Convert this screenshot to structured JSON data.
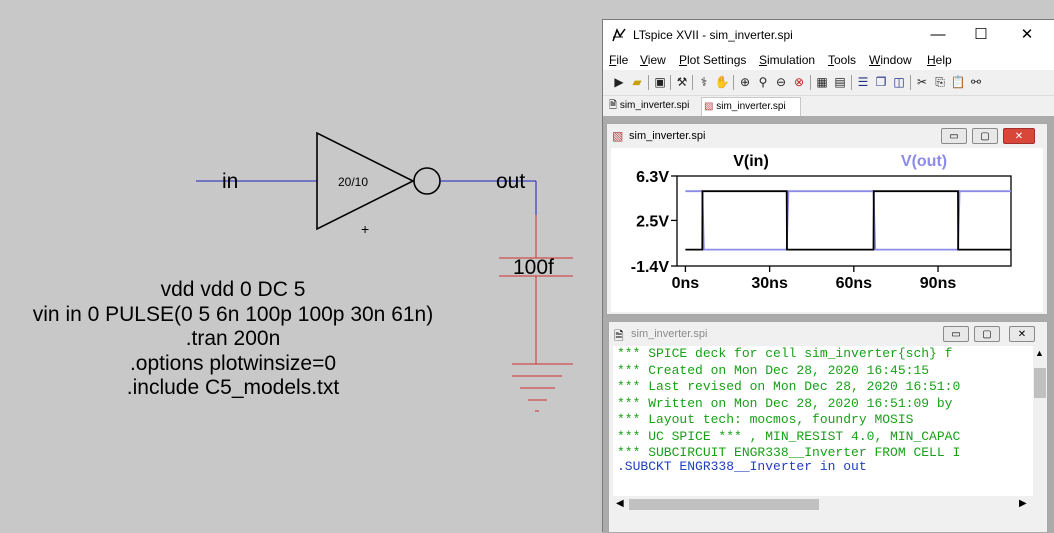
{
  "schematic": {
    "in_label": "in",
    "out_label": "out",
    "gate_size": "20/10",
    "cap_value": "100f",
    "plus": "+",
    "spice_lines": [
      "vdd vdd 0 DC 5",
      "vin in 0 PULSE(0 5 6n 100p 100p 30n 61n)",
      ".tran 200n",
      ".options plotwinsize=0",
      ".include C5_models.txt"
    ]
  },
  "window": {
    "title": "LTspice XVII - sim_inverter.spi",
    "controls": [
      "—",
      "☐",
      "✕"
    ],
    "menu": [
      {
        "pre": "",
        "u": "F",
        "post": "ile"
      },
      {
        "pre": "",
        "u": "V",
        "post": "iew"
      },
      {
        "pre": "",
        "u": "P",
        "post": "lot Settings"
      },
      {
        "pre": "",
        "u": "S",
        "post": "imulation"
      },
      {
        "pre": "",
        "u": "T",
        "post": "ools"
      },
      {
        "pre": "",
        "u": "W",
        "post": "indow"
      },
      {
        "pre": "",
        "u": "H",
        "post": "elp"
      }
    ],
    "tabs": [
      "sim_inverter.spi",
      "sim_inverter.spi"
    ],
    "accent": "#7f80e0"
  },
  "plot_window": {
    "title": "sim_inverter.spi",
    "buttons": [
      "▭",
      "▢",
      "✕"
    ]
  },
  "netlist_window": {
    "title": "sim_inverter.spi",
    "buttons": [
      "▭",
      "▢",
      "✕"
    ],
    "lines": [
      "*** SPICE deck for cell sim_inverter{sch} f",
      "*** Created on Mon Dec 28, 2020 16:45:15",
      "*** Last revised on Mon Dec 28, 2020 16:51:0",
      "*** Written on Mon Dec 28, 2020 16:51:09 by",
      "*** Layout tech: mocmos, foundry MOSIS",
      "*** UC SPICE *** , MIN_RESIST 4.0, MIN_CAPAC",
      "",
      "*** SUBCIRCUIT ENGR338__Inverter FROM CELL I"
    ],
    "partial_line": ".SUBCKT ENGR338__Inverter in out"
  },
  "chart_data": {
    "type": "line",
    "title": "",
    "xlabel": "",
    "ylabel": "",
    "x_ticks": [
      "0ns",
      "30ns",
      "60ns",
      "90ns"
    ],
    "y_ticks": [
      "6.3V",
      "2.5V",
      "-1.4V"
    ],
    "xlim": [
      -3,
      116
    ],
    "ylim": [
      -1.4,
      6.3
    ],
    "series": [
      {
        "name": "V(in)",
        "color": "#000000",
        "x": [
          0,
          6,
          6.1,
          36.1,
          36.2,
          67,
          67.1,
          97.1,
          97.2,
          116
        ],
        "y": [
          0,
          0,
          5,
          5,
          0,
          0,
          5,
          5,
          0,
          0
        ]
      },
      {
        "name": "V(out)",
        "color": "#8c8ce8",
        "x": [
          0,
          6,
          6.6,
          36.1,
          36.7,
          67,
          67.6,
          97.1,
          97.7,
          116
        ],
        "y": [
          5,
          5,
          0,
          0,
          5,
          5,
          0,
          0,
          5,
          5
        ]
      }
    ]
  }
}
